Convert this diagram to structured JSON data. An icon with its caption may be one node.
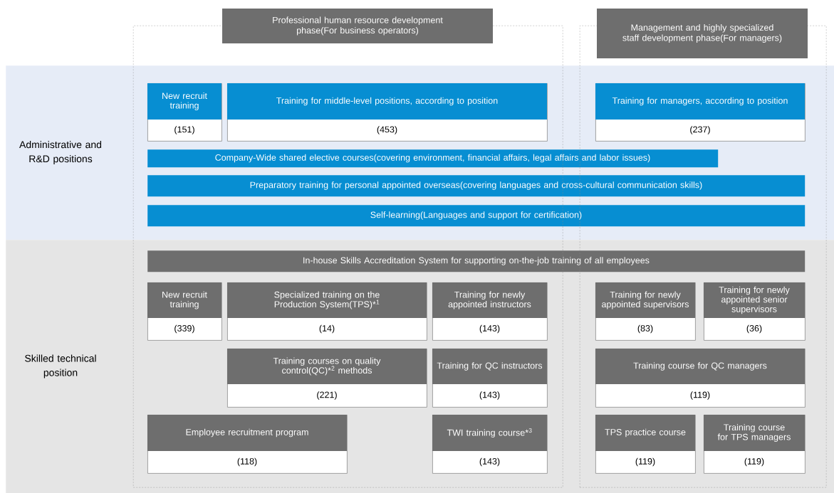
{
  "diagram": {
    "nodes": [
      {
        "text": [
          "Administrative and R&D positions"
        ]
      },
      {
        "text": [
          "Skilled technical position"
        ]
      },
      {
        "text": [
          "Professional human resource development phase(For business operators)"
        ]
      },
      {
        "text": [
          "Management and highly specialized staff development phase(For managers)"
        ]
      },
      {
        "text": [
          "New recruit training",
          "(151)"
        ]
      },
      {
        "text": [
          "Training for middle-level positions, according to position",
          "(453)"
        ]
      },
      {
        "text": [
          "Training for managers, according to position",
          "(237)"
        ]
      },
      {
        "text": [
          "Company-Wide shared elective courses(covering environment, financial affairs, legal affairs and labor issues)"
        ],
        "in": 0
      },
      {
        "text": [
          "Preparatory training for personal appointed overseas(covering languages and cross-cultural communication skills)"
        ],
        "in": 0
      },
      {
        "text": [
          "Self-learning(Languages and support for certification)"
        ],
        "in": 0
      },
      {
        "text": [
          "In-house Skills Accreditation System for supporting on-the-job training of all employees"
        ],
        "in": 1
      },
      {
        "text": [
          "New recruit training",
          "(339)"
        ]
      },
      {
        "text": [
          "Specialized training on the Production System(TPS)*$^{1}$",
          "(14)"
        ]
      },
      {
        "text": [
          "Training for newly appointed instructors",
          "(143)"
        ]
      },
      {
        "text": [
          "Training for newly appointed supervisors",
          "(83)"
        ]
      },
      {
        "text": [
          "Training for newly appointed senior supervisors",
          "(36)"
        ]
      },
      {
        "text": [
          "Training courses on quality control(QC)*$^{2}$ methods",
          "(221)"
        ]
      },
      {
        "text": [
          "Training for QC instructors",
          "(143)"
        ]
      },
      {
        "text": [
          "Training course for QC managers",
          "(119)"
        ]
      },
      {
        "text": [
          "Employee recruitment program",
          "(118)"
        ]
      },
      {
        "text": [
          "TWI training course*$^{3}$",
          "(143)"
        ]
      },
      {
        "text": [
          "TPS practice course",
          "(119)"
        ]
      },
      {
        "text": [
          "Training course for TPS managers",
          "(119)"
        ]
      }
    ]
  }
}
